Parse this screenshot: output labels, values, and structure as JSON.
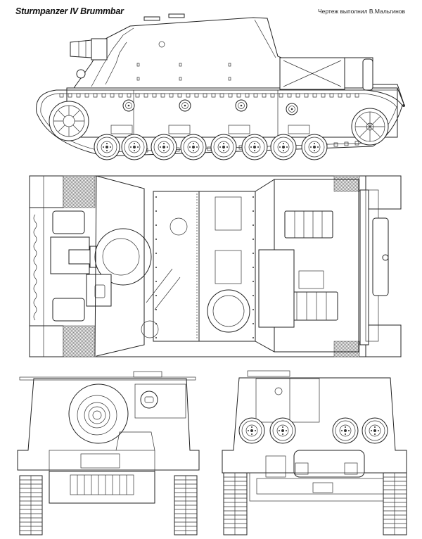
{
  "drawing": {
    "title": "Sturmpanzer IV Brummbar",
    "author_credit": "Чертеж выполнил В.Мальгинов",
    "views": [
      {
        "id": "side",
        "label": "Side elevation"
      },
      {
        "id": "top",
        "label": "Top plan view"
      },
      {
        "id": "front",
        "label": "Front elevation"
      },
      {
        "id": "rear",
        "label": "Rear elevation"
      }
    ],
    "side_view": {
      "road_wheels": 8,
      "return_rollers": 4
    },
    "rear_view": {
      "spare_wheels": 4
    },
    "colors": {
      "line": "#222222",
      "background": "#ffffff",
      "hatch": "#9a9a9a"
    }
  }
}
